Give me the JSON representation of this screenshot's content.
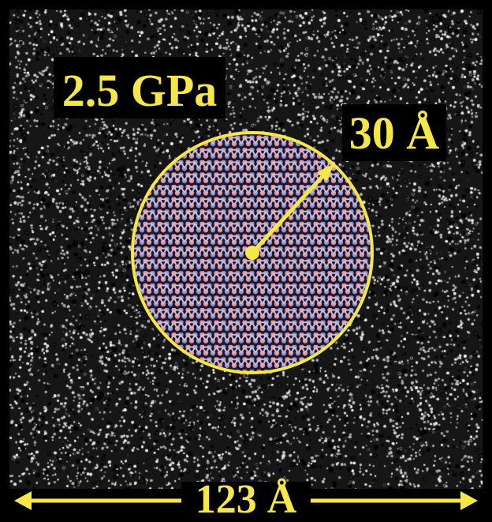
{
  "labels": {
    "pressure": "2.5 GPa",
    "radius": "30 Å",
    "width": "123 Å"
  },
  "colors": {
    "annotation": "#f5e64a",
    "atom_a": "#e8909a",
    "atom_b": "#8f8fd0",
    "glass_atoms": "#d8d8d8",
    "background": "#000000"
  }
}
